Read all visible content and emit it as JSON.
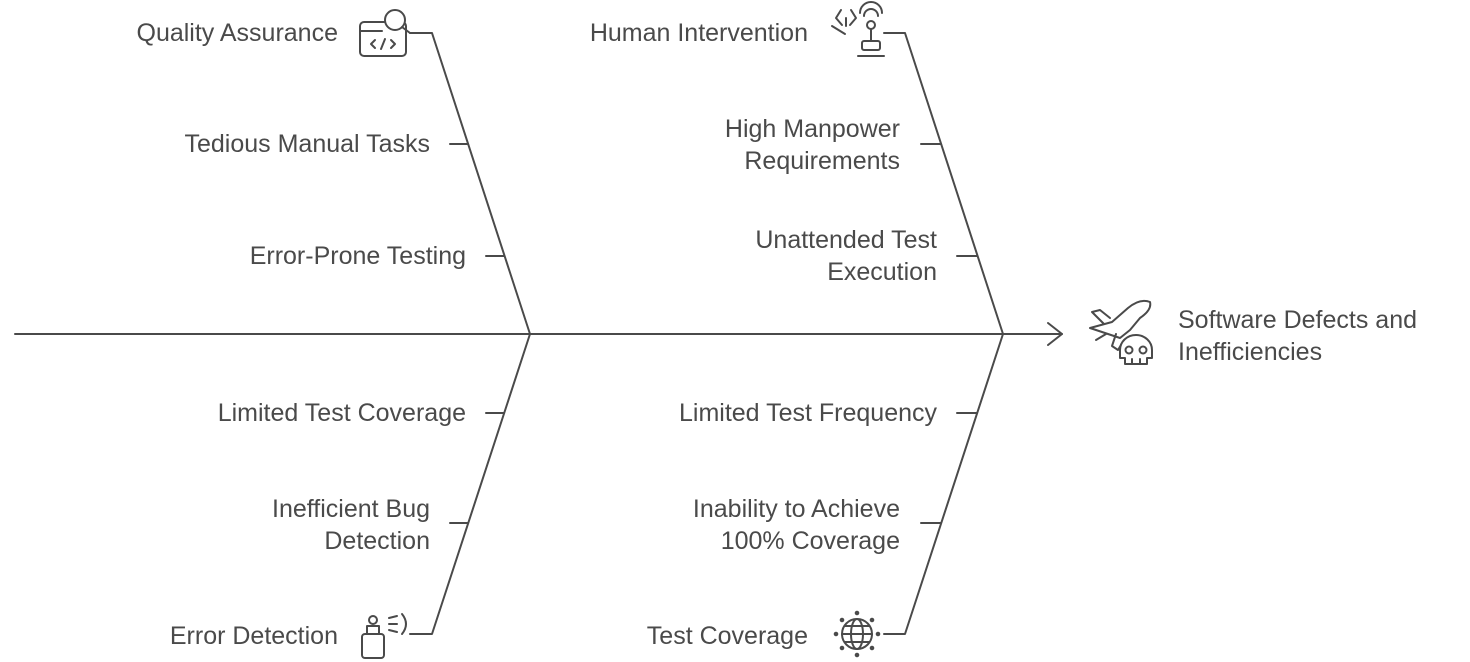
{
  "effect": {
    "line1": "Software Defects and",
    "line2": "Inefficiencies",
    "icon": "airplane-skull-icon"
  },
  "categories": {
    "quality_assurance": {
      "title": "Quality Assurance",
      "icon": "code-search-icon",
      "causes": [
        "Tedious Manual Tasks",
        "Error-Prone Testing"
      ]
    },
    "human_intervention": {
      "title": "Human Intervention",
      "icon": "robot-arm-icon",
      "causes": [
        {
          "line1": "High Manpower",
          "line2": "Requirements"
        },
        {
          "line1": "Unattended Test",
          "line2": "Execution"
        }
      ]
    },
    "error_detection": {
      "title": "Error Detection",
      "icon": "spray-bottle-icon",
      "causes": [
        "Limited Test Coverage",
        {
          "line1": "Inefficient Bug",
          "line2": "Detection"
        }
      ]
    },
    "test_coverage": {
      "title": "Test Coverage",
      "icon": "globe-icon",
      "causes": [
        "Limited Test Frequency",
        {
          "line1": "Inability to Achieve",
          "line2": "100% Coverage"
        }
      ]
    }
  },
  "colors": {
    "line": "#4a4a4a",
    "text": "#4a4a4a"
  }
}
